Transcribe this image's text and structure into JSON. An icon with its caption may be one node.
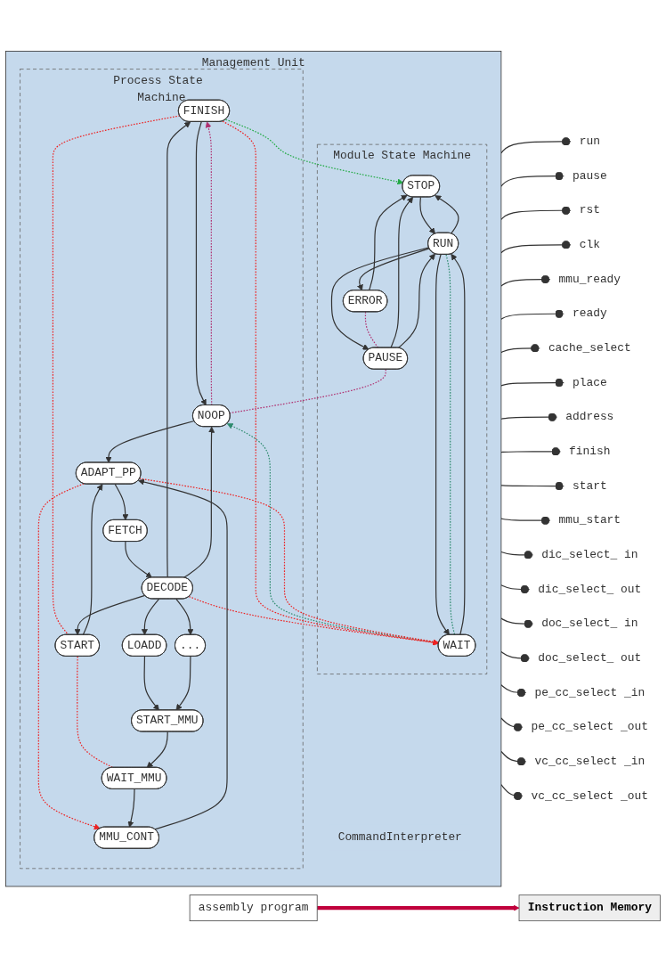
{
  "diagram": {
    "nodes": [
      {
        "text": [
          "Management Unit"
        ]
      },
      {
        "text": [
          "Module State Machine"
        ],
        "in": 0
      },
      {
        "text": [
          "STOP"
        ],
        "in": 1
      },
      {
        "text": [
          "RUN"
        ],
        "in": 1
      },
      {
        "text": [
          "ERROR"
        ],
        "in": 1
      },
      {
        "text": [
          "PAUSE"
        ],
        "in": 1
      },
      {
        "text": [
          "WAIT"
        ],
        "in": 1
      },
      {
        "text": [
          "Process State Machine"
        ],
        "in": 0
      },
      {
        "text": [
          "FINISH"
        ],
        "in": 7
      },
      {
        "text": [
          "NOOP"
        ],
        "in": 7
      },
      {
        "text": [
          "FETCH"
        ],
        "in": 7
      },
      {
        "text": [
          "ADAPT_PP"
        ],
        "in": 7
      },
      {
        "text": [
          "DECODE"
        ],
        "in": 7
      },
      {
        "text": [
          "START"
        ],
        "in": 7
      },
      {
        "text": [
          "MMU_CONT"
        ],
        "in": 7
      },
      {
        "text": [
          "LOADD"
        ],
        "in": 7
      },
      {
        "text": [
          "..."
        ],
        "in": 7
      },
      {
        "text": [
          "WAIT_MMU"
        ],
        "in": 7
      },
      {
        "text": [
          "START_MMU"
        ],
        "in": 7
      },
      {
        "text": [
          "CommandInterpreter"
        ],
        "in": 0
      },
      {
        "text": [
          "Instruction Memory"
        ]
      },
      {
        "text": [
          "assembly program"
        ]
      },
      {
        "text": [
          "run"
        ]
      },
      {
        "text": [
          "pause"
        ]
      },
      {
        "text": [
          "rst"
        ]
      },
      {
        "text": [
          "clk"
        ]
      },
      {
        "text": [
          "mmu_ready"
        ]
      },
      {
        "text": [
          "ready"
        ]
      },
      {
        "text": [
          "cache_select"
        ]
      },
      {
        "text": [
          "place"
        ]
      },
      {
        "text": [
          "address"
        ]
      },
      {
        "text": [
          "finish"
        ]
      },
      {
        "text": [
          "start"
        ]
      },
      {
        "text": [
          "mmu_start"
        ]
      },
      {
        "text": [
          "dic_select_ in"
        ]
      },
      {
        "text": [
          "dic_select_ out"
        ]
      },
      {
        "text": [
          "doc_select_ in"
        ]
      },
      {
        "text": [
          "doc_select_ out"
        ]
      },
      {
        "text": [
          "pe_cc_select _in"
        ]
      },
      {
        "text": [
          "pe_cc_select _out"
        ]
      },
      {
        "text": [
          "vc_cc_select _in"
        ]
      },
      {
        "text": [
          "vc_cc_select _out"
        ]
      }
    ],
    "edges": [
      {
        "from": 2,
        "to": 3,
        "arrow": "to"
      },
      {
        "from": 3,
        "to": 2,
        "arrow": "to"
      },
      {
        "from": 4,
        "to": 2,
        "arrow": "to"
      },
      {
        "from": 5,
        "to": 2,
        "arrow": "to"
      },
      {
        "from": 3,
        "to": 4,
        "arrow": "to"
      },
      {
        "from": 5,
        "to": 3,
        "arrow": "to"
      },
      {
        "from": 3,
        "to": 5,
        "arrow": "to"
      },
      {
        "from": 3,
        "to": 6,
        "arrow": "to"
      },
      {
        "from": 6,
        "to": 3,
        "arrow": "to"
      },
      {
        "from": 3,
        "to": 6,
        "arrow": "none",
        "style": "dashed",
        "color": "#2e8b6e"
      },
      {
        "from": 6,
        "to": 9,
        "arrow": "to",
        "style": "dashed",
        "color": "#2e8b6e"
      },
      {
        "from": 8,
        "to": 2,
        "arrow": "to",
        "style": "dashed",
        "color": "#22aa44"
      },
      {
        "from": 4,
        "to": 5,
        "arrow": "none",
        "style": "dashed",
        "color": "#b03070"
      },
      {
        "from": 5,
        "to": 9,
        "arrow": "none",
        "style": "dashed",
        "color": "#b03070"
      },
      {
        "from": 9,
        "to": 8,
        "arrow": "to",
        "style": "dashed",
        "color": "#b03070"
      },
      {
        "from": 12,
        "to": 6,
        "arrow": "to",
        "style": "dashed",
        "color": "#ee2222"
      },
      {
        "from": 8,
        "to": 6,
        "arrow": "to",
        "style": "dashed",
        "color": "#ee2222"
      },
      {
        "from": 6,
        "to": 11,
        "arrow": "none",
        "style": "dashed",
        "color": "#ee2222"
      },
      {
        "from": 8,
        "to": 13,
        "arrow": "none",
        "style": "dashed",
        "color": "#ee2222"
      },
      {
        "from": 13,
        "to": 17,
        "arrow": "none",
        "style": "dashed",
        "color": "#ee2222"
      },
      {
        "from": 11,
        "to": 14,
        "arrow": "to",
        "style": "dashed",
        "color": "#ee2222"
      },
      {
        "from": 8,
        "to": 9,
        "arrow": "to"
      },
      {
        "from": 9,
        "to": 11,
        "arrow": "to"
      },
      {
        "from": 11,
        "to": 10,
        "arrow": "to"
      },
      {
        "from": 10,
        "to": 12,
        "arrow": "to"
      },
      {
        "from": 12,
        "to": 8,
        "arrow": "to"
      },
      {
        "from": 12,
        "to": 9,
        "arrow": "to"
      },
      {
        "from": 12,
        "to": 13,
        "arrow": "to"
      },
      {
        "from": 13,
        "to": 11,
        "arrow": "to"
      },
      {
        "from": 14,
        "to": 11,
        "arrow": "to"
      },
      {
        "from": 12,
        "to": 15,
        "arrow": "to"
      },
      {
        "from": 12,
        "to": 16,
        "arrow": "to"
      },
      {
        "from": 15,
        "to": 18,
        "arrow": "to"
      },
      {
        "from": 16,
        "to": 18,
        "arrow": "to"
      },
      {
        "from": 18,
        "to": 17,
        "arrow": "to"
      },
      {
        "from": 17,
        "to": 14,
        "arrow": "to"
      },
      {
        "from": 21,
        "to": 20,
        "arrow": "to",
        "style": "thick",
        "color": "#c0003c"
      },
      {
        "from": 0,
        "to": 22,
        "arrow": "other"
      },
      {
        "from": 0,
        "to": 23,
        "arrow": "other"
      },
      {
        "from": 0,
        "to": 24,
        "arrow": "other"
      },
      {
        "from": 0,
        "to": 25,
        "arrow": "other"
      },
      {
        "from": 0,
        "to": 26,
        "arrow": "other"
      },
      {
        "from": 0,
        "to": 27,
        "arrow": "other"
      },
      {
        "from": 0,
        "to": 28,
        "arrow": "other"
      },
      {
        "from": 0,
        "to": 29,
        "arrow": "other"
      },
      {
        "from": 0,
        "to": 30,
        "arrow": "other"
      },
      {
        "from": 0,
        "to": 31,
        "arrow": "other"
      },
      {
        "from": 0,
        "to": 32,
        "arrow": "other"
      },
      {
        "from": 0,
        "to": 33,
        "arrow": "other"
      },
      {
        "from": 0,
        "to": 34,
        "arrow": "other"
      },
      {
        "from": 0,
        "to": 35,
        "arrow": "other"
      },
      {
        "from": 0,
        "to": 36,
        "arrow": "other"
      },
      {
        "from": 0,
        "to": 37,
        "arrow": "other"
      },
      {
        "from": 0,
        "to": 38,
        "arrow": "other"
      },
      {
        "from": 0,
        "to": 39,
        "arrow": "other"
      },
      {
        "from": 0,
        "to": 40,
        "arrow": "other"
      },
      {
        "from": 0,
        "to": 41,
        "arrow": "other"
      }
    ]
  }
}
